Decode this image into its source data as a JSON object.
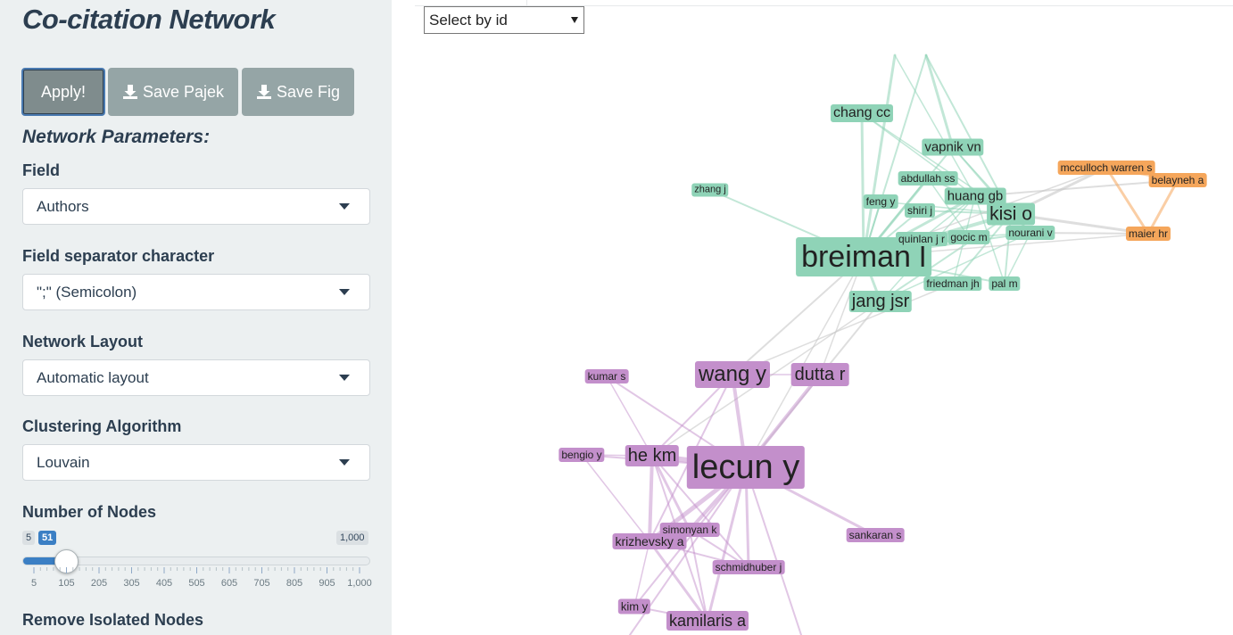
{
  "sidebar": {
    "title": "Co-citation Network",
    "apply_label": "Apply!",
    "save_pajek_label": "Save Pajek",
    "save_fig_label": "Save Fig",
    "section_title": "Network Parameters:",
    "field": {
      "label": "Field",
      "value": "Authors"
    },
    "separator": {
      "label": "Field separator character",
      "value": "\";\" (Semicolon)"
    },
    "layout": {
      "label": "Network Layout",
      "value": "Automatic layout"
    },
    "clustering": {
      "label": "Clustering Algorithm",
      "value": "Louvain"
    },
    "nodes": {
      "label": "Number of Nodes",
      "min_label": "5",
      "value_label": "51",
      "max_label": "1,000",
      "min": 5,
      "max": 1000,
      "value": 51,
      "ticks": [
        "5",
        "105",
        "205",
        "305",
        "405",
        "505",
        "605",
        "705",
        "805",
        "905",
        "1,000"
      ]
    },
    "isolated": {
      "label": "Remove Isolated Nodes"
    }
  },
  "main": {
    "select_id_label": "Select by id"
  },
  "colors": {
    "cluster_green": "#8fd3b7",
    "cluster_orange": "#f5a65b",
    "cluster_purple": "#c38fcb",
    "slider_accent": "#3b7fc4"
  }
}
